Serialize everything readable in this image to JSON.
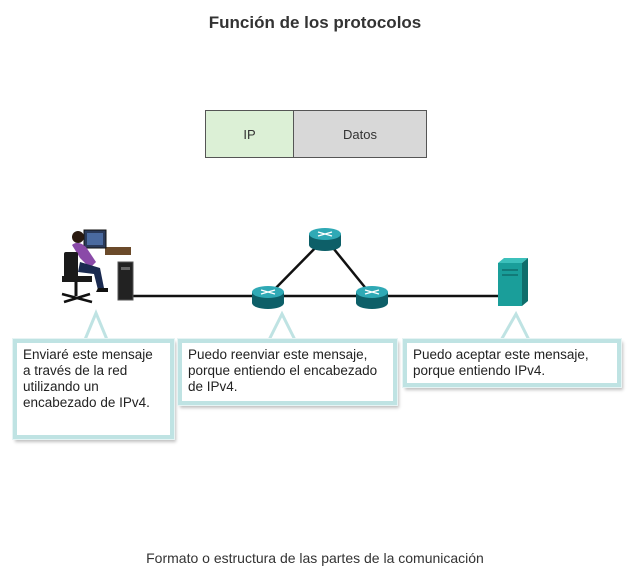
{
  "title": "Función de los protocolos",
  "packet": {
    "ip_label": "IP",
    "data_label": "Datos"
  },
  "callouts": {
    "host": "Enviaré este mensaje a través de la red utilizando un encabezado de IPv4.",
    "router": "Puedo reenviar este mensaje, porque entiendo el encabezado de IPv4.",
    "server": "Puedo aceptar este mensaje, porque entiendo IPv4."
  },
  "caption": "Formato o estructura de las partes de la comunicación",
  "colors": {
    "ip_field": "#dcf0d6",
    "data_field": "#d8d8d8",
    "callout_border": "#bfe3e3",
    "router": "#1c8f9a",
    "server": "#1a9e9a"
  },
  "icons": [
    "user-workstation-icon",
    "router-icon",
    "server-icon"
  ]
}
